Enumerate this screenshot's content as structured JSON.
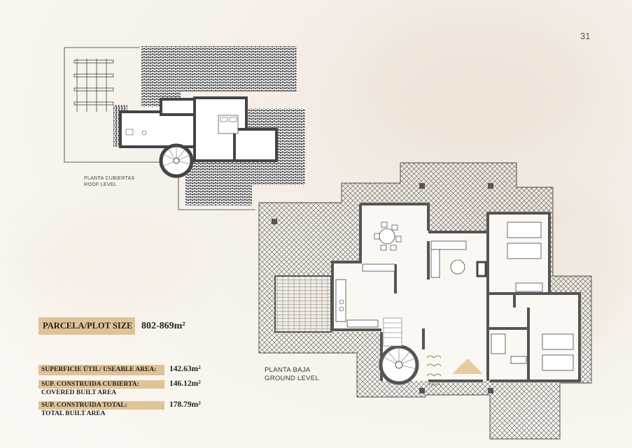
{
  "page_number": "31",
  "roof_plan": {
    "label_es": "PLANTA CUBIERTAS",
    "label_en": "ROOF LEVEL"
  },
  "ground_plan": {
    "label_es": "PLANTA BAJA",
    "label_en": "GROUND LEVEL"
  },
  "plot": {
    "label": "PARCELA/PLOT SIZE",
    "value": "802-869m²"
  },
  "areas": {
    "useable": {
      "label": "SUPERFICIE ÚTIL/ USEABLE AREA:",
      "value": "142.63m²"
    },
    "covered": {
      "label_es": "SUP. CONSTRUIDA CUBIERTA:",
      "label_en": "COVERED BUILT AREA",
      "value": "146.12m²"
    },
    "total": {
      "label_es": "SUP. CONSTRUIDA TOTAL:",
      "label_en": "TOTAL BUILT AREA",
      "value": "178.79m²"
    }
  },
  "colors": {
    "gold": "#dfc396",
    "wall": "#555555",
    "accent": "#e8c9a0"
  }
}
